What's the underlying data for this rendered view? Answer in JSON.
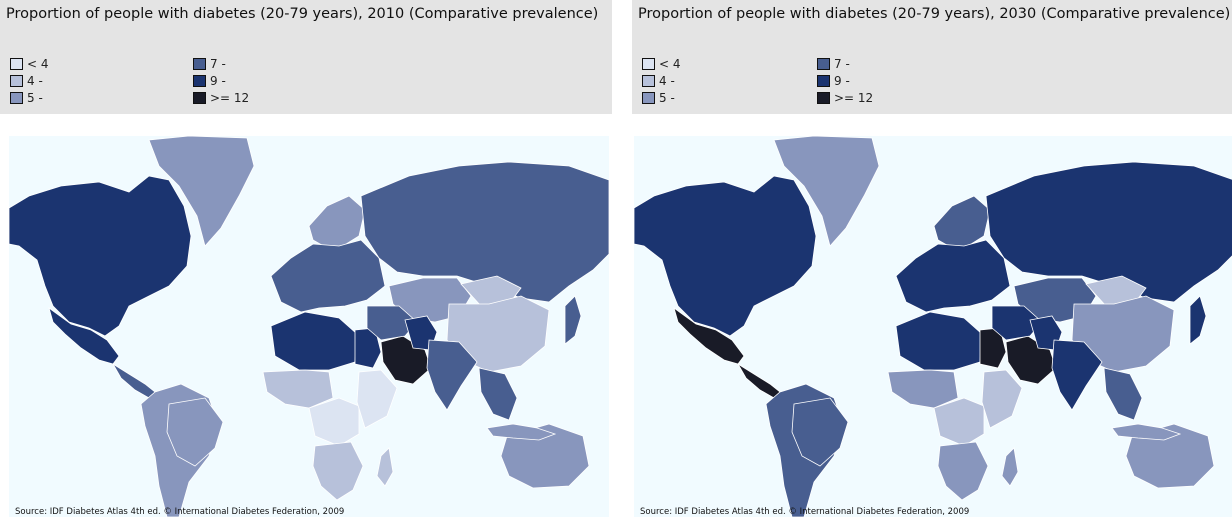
{
  "legend": {
    "items": [
      {
        "label": "< 4",
        "color": "#dce4f2"
      },
      {
        "label": "4 -",
        "color": "#b7c1da"
      },
      {
        "label": "5 -",
        "color": "#8896bd"
      },
      {
        "label": "7 -",
        "color": "#485e90"
      },
      {
        "label": "9 -",
        "color": "#1b3470"
      },
      {
        "label": ">= 12",
        "color": "#191b27"
      }
    ]
  },
  "panels": [
    {
      "title": "Proportion of people with diabetes (20-79 years), 2010 (Comparative prevalence)",
      "source": "Source: IDF Diabetes Atlas 4th ed. © International Diabetes Federation, 2009",
      "regions": {
        "north_america": "#1b3470",
        "greenland": "#8896bd",
        "mexico": "#1b3470",
        "central_america": "#485e90",
        "south_america": "#8896bd",
        "brazil": "#8896bd",
        "europe_north": "#8896bd",
        "europe": "#485e90",
        "russia": "#485e90",
        "central_asia": "#8896bd",
        "mongolia": "#b7c1da",
        "china": "#b7c1da",
        "japan": "#485e90",
        "north_africa": "#1b3470",
        "egypt": "#1b3470",
        "arabia": "#191b27",
        "middle_east": "#485e90",
        "pakistan": "#1b3470",
        "india": "#485e90",
        "southeast_asia": "#485e90",
        "west_africa": "#b7c1da",
        "central_africa": "#dce4f2",
        "east_africa": "#dce4f2",
        "southern_africa": "#b7c1da",
        "madagascar": "#b7c1da",
        "australia": "#8896bd",
        "indonesia": "#8896bd"
      }
    },
    {
      "title": "Proportion of people with diabetes (20-79 years), 2030 (Comparative prevalence)",
      "source": "Source: IDF Diabetes Atlas 4th ed. © International Diabetes Federation, 2009",
      "regions": {
        "north_america": "#1b3470",
        "greenland": "#8896bd",
        "mexico": "#191b27",
        "central_america": "#191b27",
        "south_america": "#485e90",
        "brazil": "#485e90",
        "europe_north": "#485e90",
        "europe": "#1b3470",
        "russia": "#1b3470",
        "central_asia": "#485e90",
        "mongolia": "#b7c1da",
        "china": "#8896bd",
        "japan": "#1b3470",
        "north_africa": "#1b3470",
        "egypt": "#191b27",
        "arabia": "#191b27",
        "middle_east": "#1b3470",
        "pakistan": "#1b3470",
        "india": "#1b3470",
        "southeast_asia": "#485e90",
        "west_africa": "#8896bd",
        "central_africa": "#b7c1da",
        "east_africa": "#b7c1da",
        "southern_africa": "#8896bd",
        "madagascar": "#8896bd",
        "australia": "#8896bd",
        "indonesia": "#8896bd"
      }
    }
  ]
}
